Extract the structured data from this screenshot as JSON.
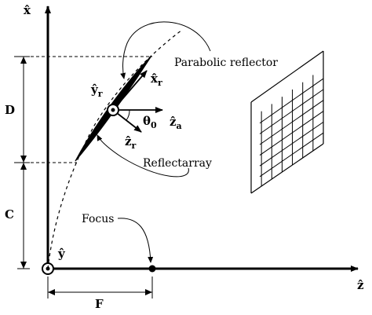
{
  "labels": {
    "x_axis": "x̂",
    "z_axis": "ẑ",
    "y_origin": "ŷ",
    "xr": "x̂",
    "xr_sub": "r",
    "yr": "ŷ",
    "yr_sub": "r",
    "zr": "ẑ",
    "zr_sub": "r",
    "za": "ẑ",
    "za_sub": "a",
    "theta": "θ",
    "theta_sub": "0",
    "parabolic_reflector": "Parabolic reflector",
    "reflectarray": "Reflectarray",
    "focus": "Focus",
    "dim_d": "D",
    "dim_c": "C",
    "dim_f": "F"
  },
  "colors": {
    "ink": "#000000",
    "background": "#ffffff"
  }
}
